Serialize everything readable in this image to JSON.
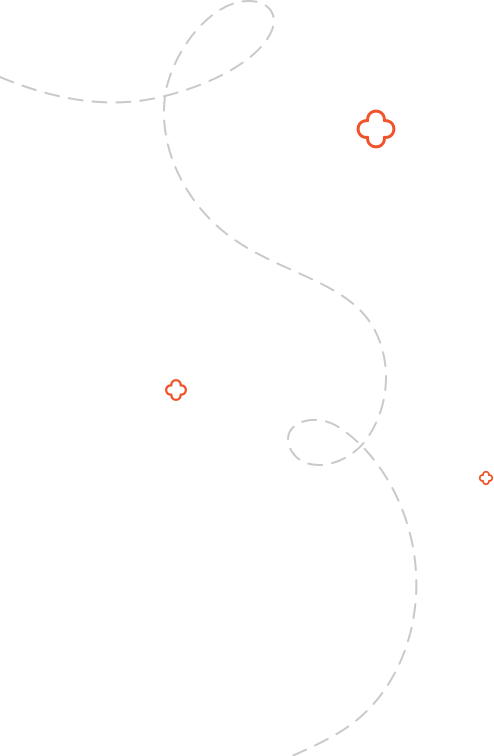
{
  "colors": {
    "background": "#ffffff",
    "dashed_line": "#c9c9c9",
    "accent": "#f0522a"
  },
  "decorations": {
    "path": {
      "icon": "dashed-curve",
      "style": "dashed"
    },
    "sparkles": [
      {
        "icon": "four-point-sparkle-icon",
        "name": "sparkle-large"
      },
      {
        "icon": "four-point-sparkle-icon",
        "name": "sparkle-medium"
      },
      {
        "icon": "four-point-sparkle-icon",
        "name": "sparkle-small"
      }
    ]
  }
}
